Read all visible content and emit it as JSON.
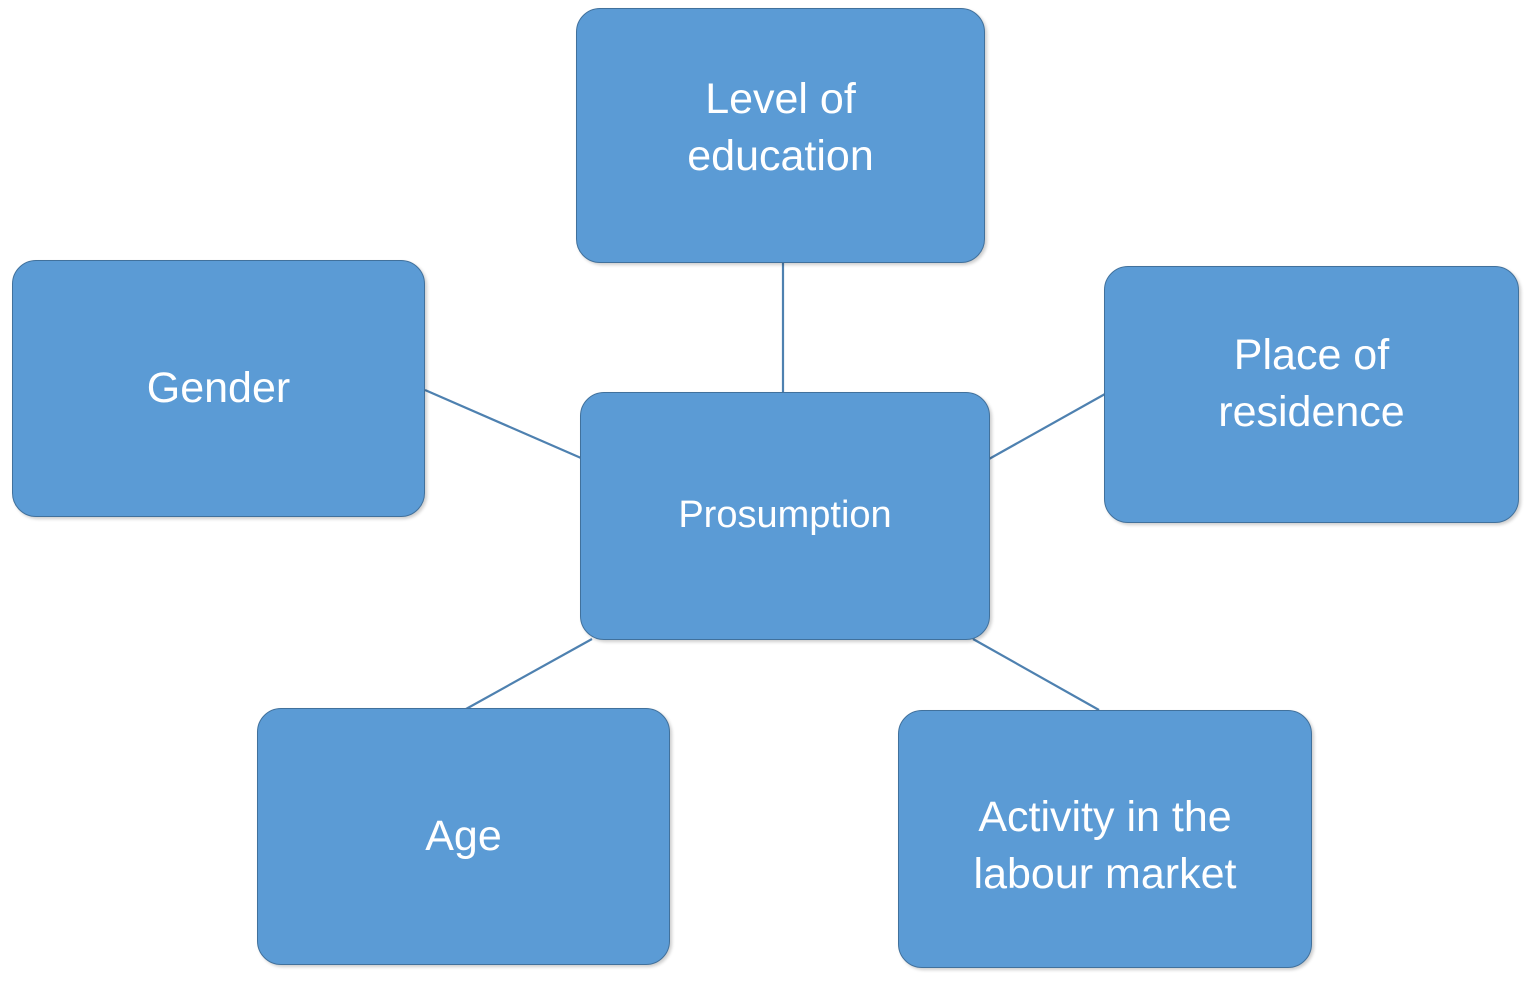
{
  "diagram": {
    "type": "mind-map",
    "title": "Prosumption determinants mind map",
    "center": {
      "id": "prosumption",
      "label": "Prosumption"
    },
    "nodes": [
      {
        "id": "education",
        "label": "Level of\neducation",
        "position": "top"
      },
      {
        "id": "gender",
        "label": "Gender",
        "position": "left"
      },
      {
        "id": "residence",
        "label": "Place of\nresidence",
        "position": "right"
      },
      {
        "id": "age",
        "label": "Age",
        "position": "bottom-left"
      },
      {
        "id": "activity",
        "label": "Activity in the\nlabour market",
        "position": "bottom-right"
      }
    ],
    "edges": [
      {
        "from": "education",
        "to": "prosumption"
      },
      {
        "from": "gender",
        "to": "prosumption"
      },
      {
        "from": "residence",
        "to": "prosumption"
      },
      {
        "from": "age",
        "to": "prosumption"
      },
      {
        "from": "activity",
        "to": "prosumption"
      }
    ],
    "colors": {
      "node_fill": "#5B9BD5",
      "node_border": "#41719C",
      "node_text": "#FFFFFF",
      "connector": "#4E81B0",
      "background": "#FFFFFF"
    }
  }
}
